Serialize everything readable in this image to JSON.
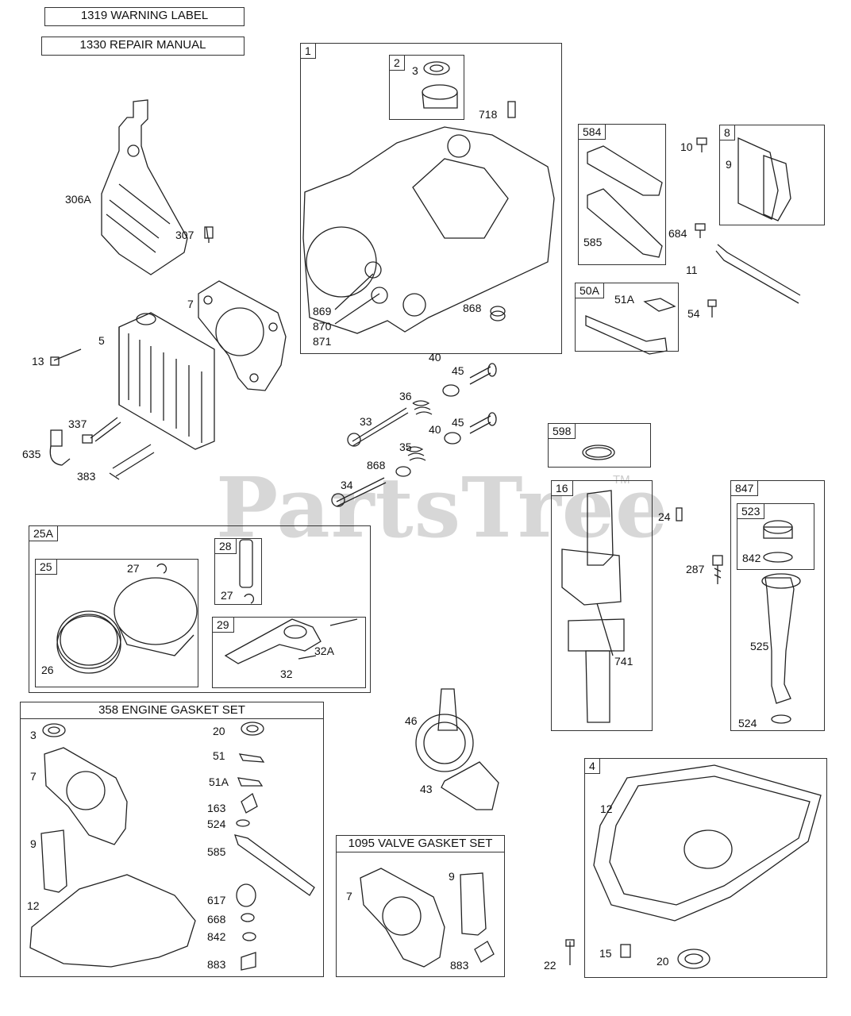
{
  "title_boxes": {
    "warning_label": "1319 WARNING LABEL",
    "repair_manual": "1330 REPAIR MANUAL"
  },
  "watermark": {
    "text": "PartsTree",
    "trademark": "TM"
  },
  "kits": {
    "cylinder": "1",
    "bearing": "2",
    "crankcase_cover": "4",
    "valve_cover": "8",
    "cover_gaskets": "584",
    "breather_tube": "50A",
    "oil_seal_ring": "598",
    "crankshaft": "16",
    "dipstick_tube": "847",
    "dipstick": "523",
    "piston_assy": "25A",
    "piston": "25",
    "pin": "28",
    "connecting_rod": "29"
  },
  "gasket_set": {
    "title": "358 ENGINE GASKET SET"
  },
  "valve_gasket_set": {
    "title": "1095 VALVE GASKET SET"
  },
  "callouts": {
    "c306a": "306A",
    "c307": "307",
    "c7": "7",
    "c13": "13",
    "c5": "5",
    "c337": "337",
    "c635": "635",
    "c383": "383",
    "c3": "3",
    "c718": "718",
    "c869": "869",
    "c870": "870",
    "c871": "871",
    "c868a": "868",
    "c10": "10",
    "c9": "9",
    "c684": "684",
    "c585": "585",
    "c11": "11",
    "c51a": "51A",
    "c54": "54",
    "c40a": "40",
    "c45a": "45",
    "c36": "36",
    "c33": "33",
    "c40b": "40",
    "c45b": "45",
    "c35": "35",
    "c868b": "868",
    "c34": "34",
    "c24": "24",
    "c287": "287",
    "c842": "842",
    "c525": "525",
    "c524": "524",
    "c741": "741",
    "c27a": "27",
    "c26": "26",
    "c27b": "27",
    "c32a": "32A",
    "c32": "32",
    "c46": "46",
    "c43": "43",
    "c12": "12",
    "c15": "15",
    "c20": "20",
    "c22": "22",
    "gs3": "3",
    "gs7": "7",
    "gs9": "9",
    "gs12": "12",
    "gs20": "20",
    "gs51": "51",
    "gs51a": "51A",
    "gs163": "163",
    "gs524": "524",
    "gs585": "585",
    "gs617": "617",
    "gs668": "668",
    "gs842": "842",
    "gs883": "883",
    "vg7": "7",
    "vg9": "9",
    "vg883": "883"
  }
}
